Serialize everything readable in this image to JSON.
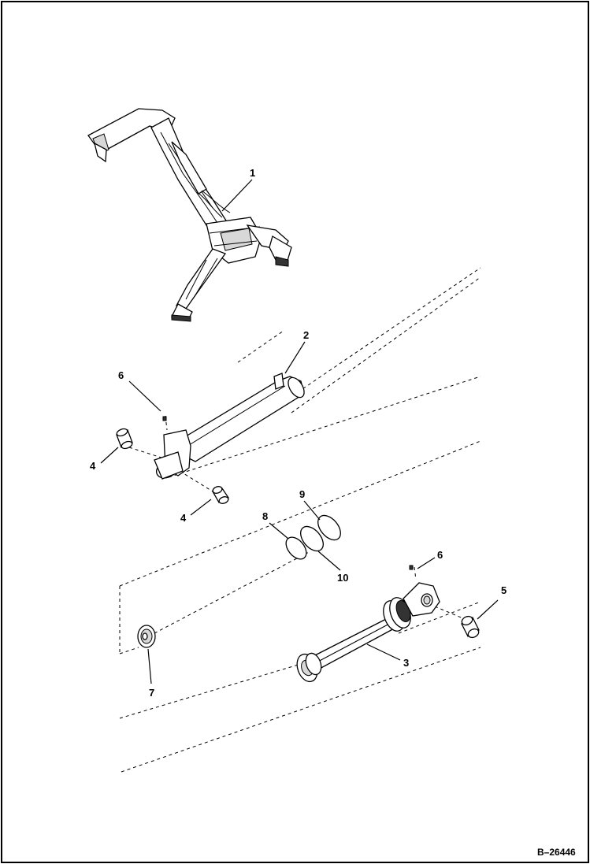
{
  "callouts": {
    "c1": "1",
    "c2": "2",
    "c3": "3",
    "c4a": "4",
    "c4b": "4",
    "c5": "5",
    "c6a": "6",
    "c6b": "6",
    "c7": "7",
    "c8": "8",
    "c9": "9",
    "c10": "10"
  },
  "figure_id": "B–26446"
}
